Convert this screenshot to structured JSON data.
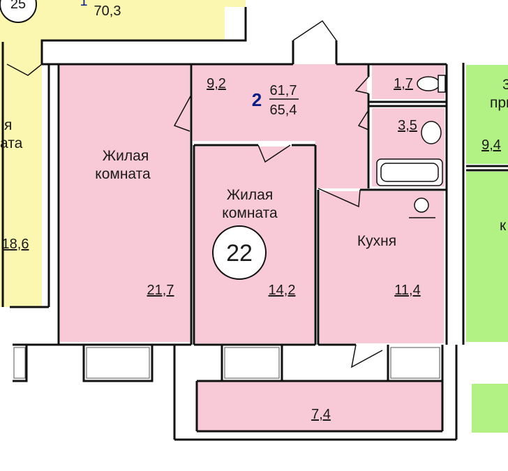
{
  "apartment": {
    "room_count": "2",
    "living_area": "61,7",
    "total_area": "65,4",
    "number": "22",
    "colors": {
      "pink": "#f8c9d6",
      "yellow": "#fbf7b0",
      "green": "#b2f285",
      "wall": "#111111",
      "unit_label": "#0b1e86"
    }
  },
  "rooms": {
    "living_room_1": {
      "name_line1": "Жилая",
      "name_line2": "комната",
      "area": "21,7"
    },
    "living_room_2": {
      "name_line1": "Жилая",
      "name_line2": "комната",
      "area": "14,2"
    },
    "kitchen": {
      "name": "Кухня",
      "area": "11,4"
    },
    "hallway": {
      "area": "9,2"
    },
    "toilet": {
      "area": "1,7"
    },
    "bathroom": {
      "area": "3,5"
    },
    "loggia": {
      "area": "7,4"
    }
  },
  "neighbors": {
    "left_top": {
      "number": "25",
      "area": "70,3",
      "room_count": "1"
    },
    "left": {
      "partial_text_1": "я",
      "partial_text_2": "ата",
      "area": "18,6"
    },
    "right_top": {
      "partial_text_1": "3",
      "partial_text_2": "при",
      "area": "9,4"
    },
    "right_bottom": {
      "partial_text": "к"
    }
  }
}
